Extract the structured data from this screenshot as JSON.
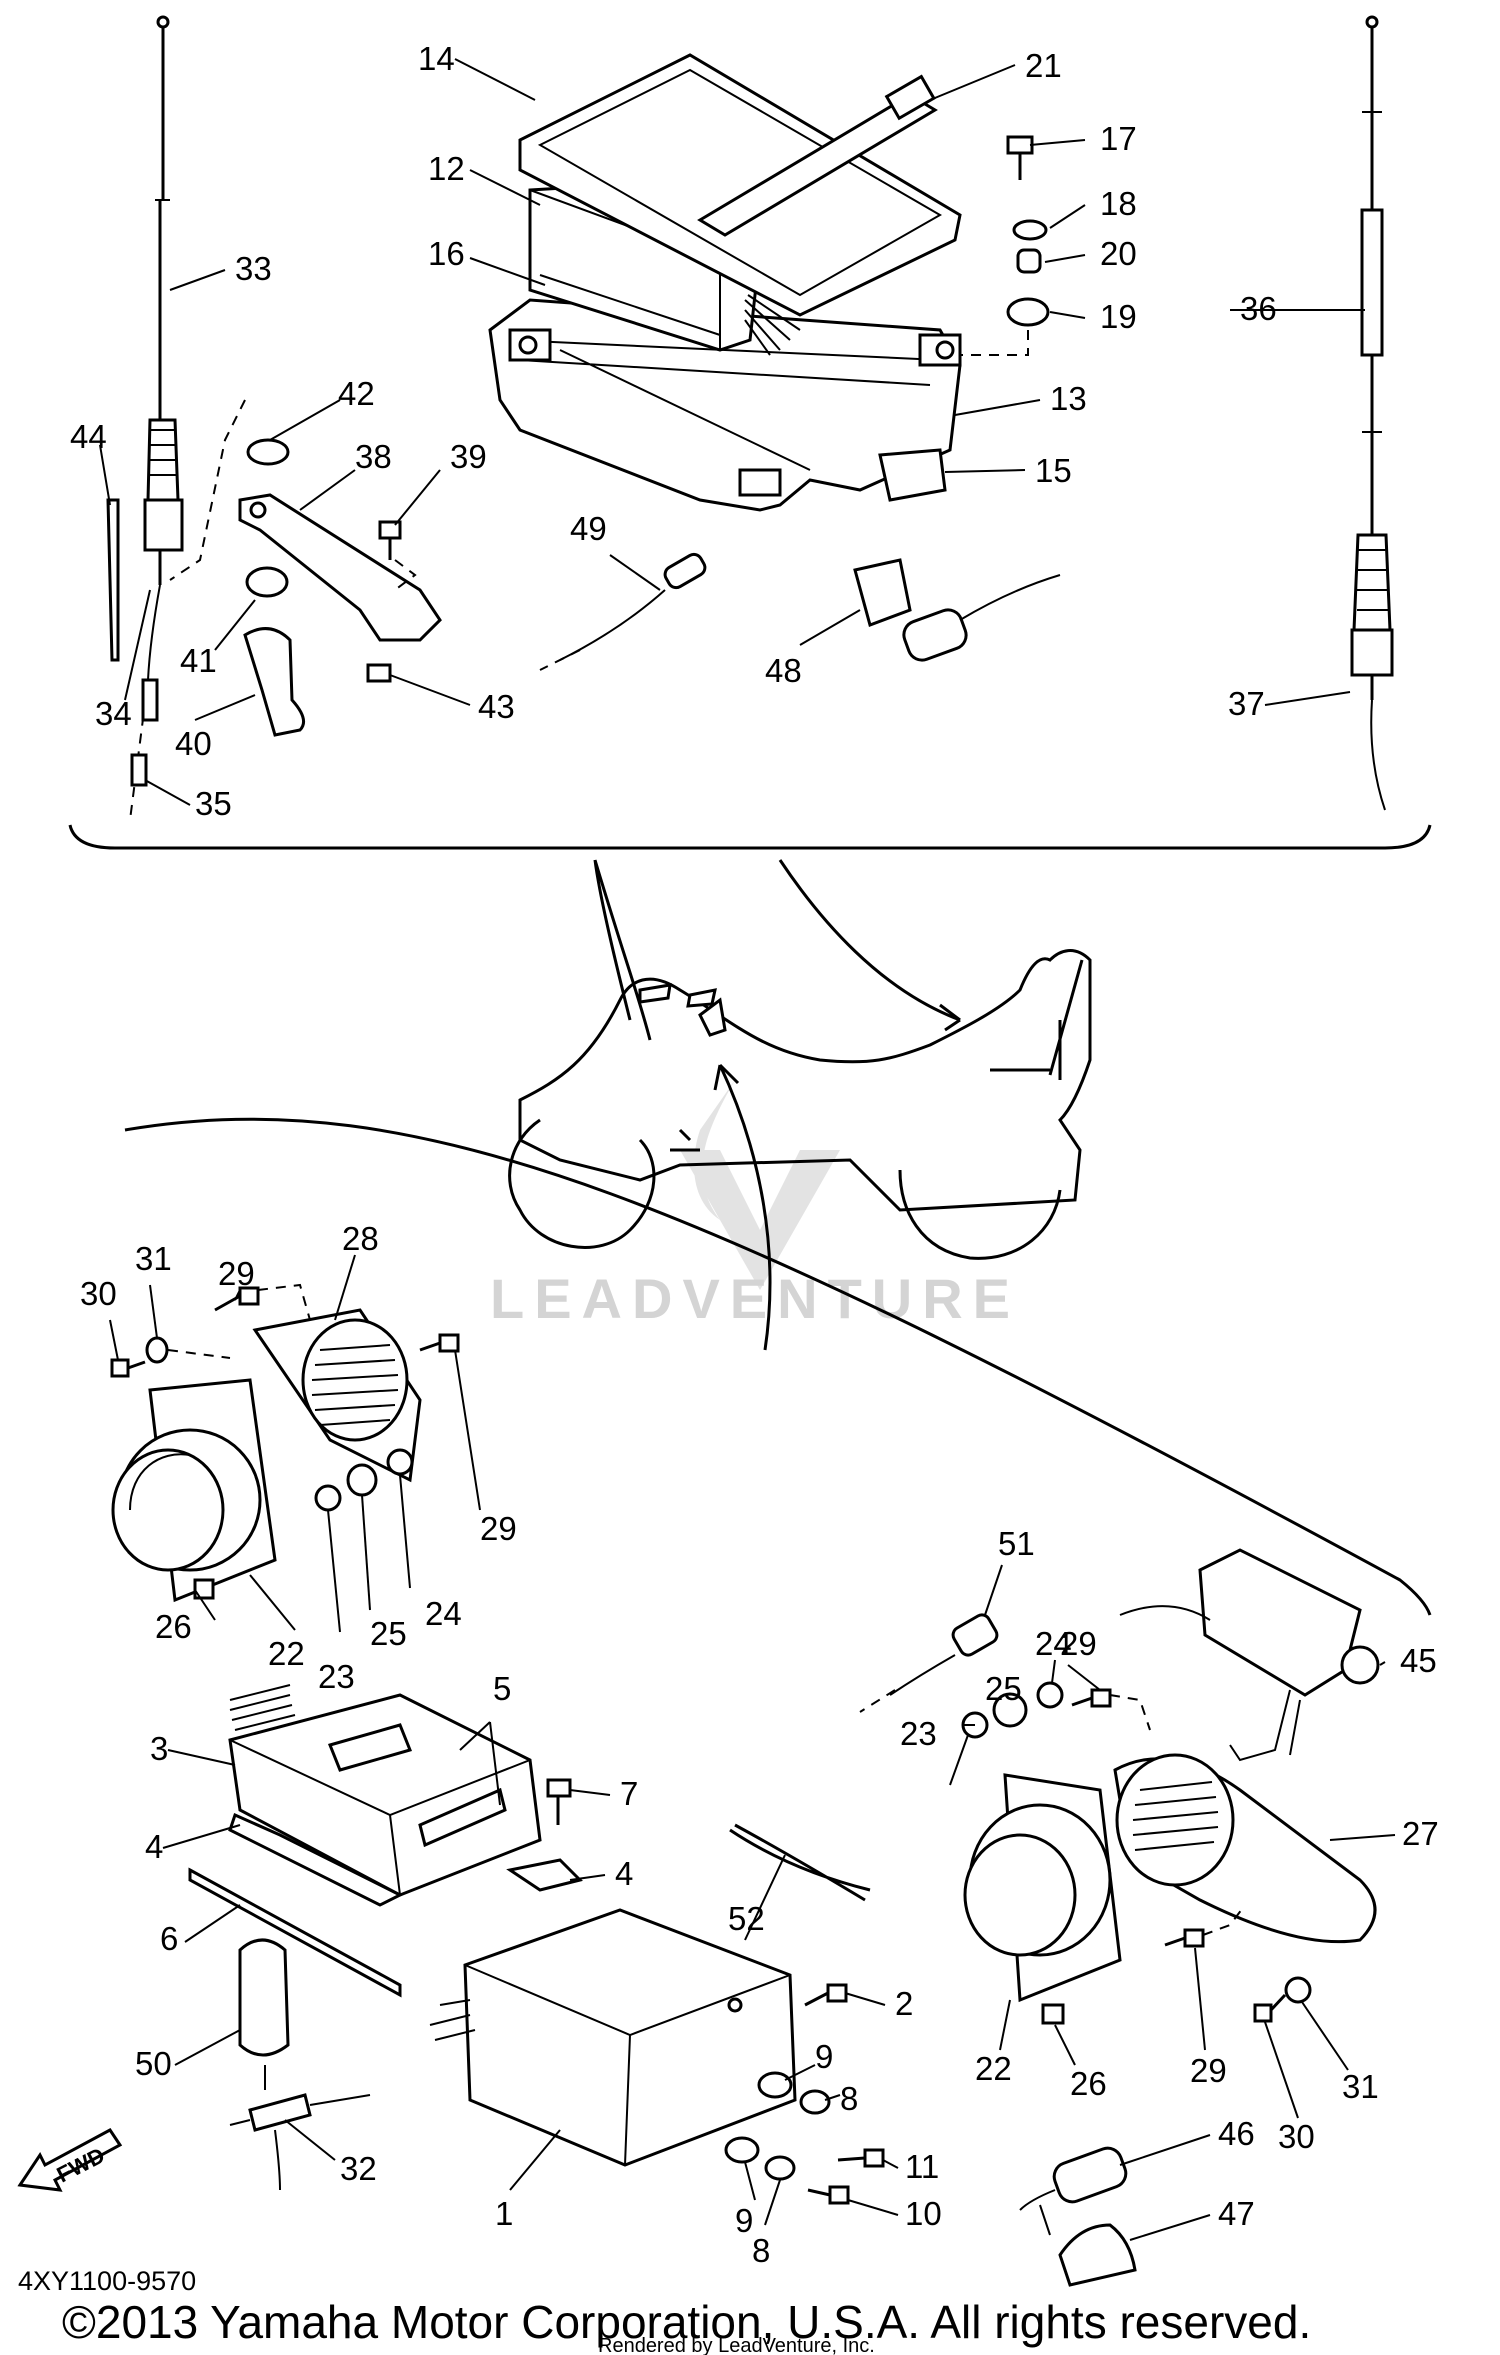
{
  "diagram": {
    "watermark": "LEADVENTURE",
    "part_code": "4XY1100-9570",
    "copyright": "©2013 Yamaha Motor Corporation, U.S.A. All rights reserved.",
    "rendered_by": "Rendered by LeadVenture, Inc.",
    "fwd_label": "FWD",
    "callouts": [
      "1",
      "2",
      "3",
      "4",
      "4",
      "5",
      "6",
      "7",
      "8",
      "8",
      "9",
      "9",
      "10",
      "11",
      "12",
      "13",
      "14",
      "15",
      "16",
      "17",
      "18",
      "19",
      "20",
      "21",
      "22",
      "22",
      "23",
      "23",
      "24",
      "24",
      "25",
      "25",
      "26",
      "26",
      "27",
      "28",
      "29",
      "29",
      "29",
      "29",
      "30",
      "30",
      "31",
      "31",
      "32",
      "33",
      "34",
      "35",
      "36",
      "37",
      "38",
      "39",
      "40",
      "41",
      "42",
      "43",
      "44",
      "45",
      "46",
      "47",
      "48",
      "49",
      "50",
      "51",
      "52"
    ]
  }
}
